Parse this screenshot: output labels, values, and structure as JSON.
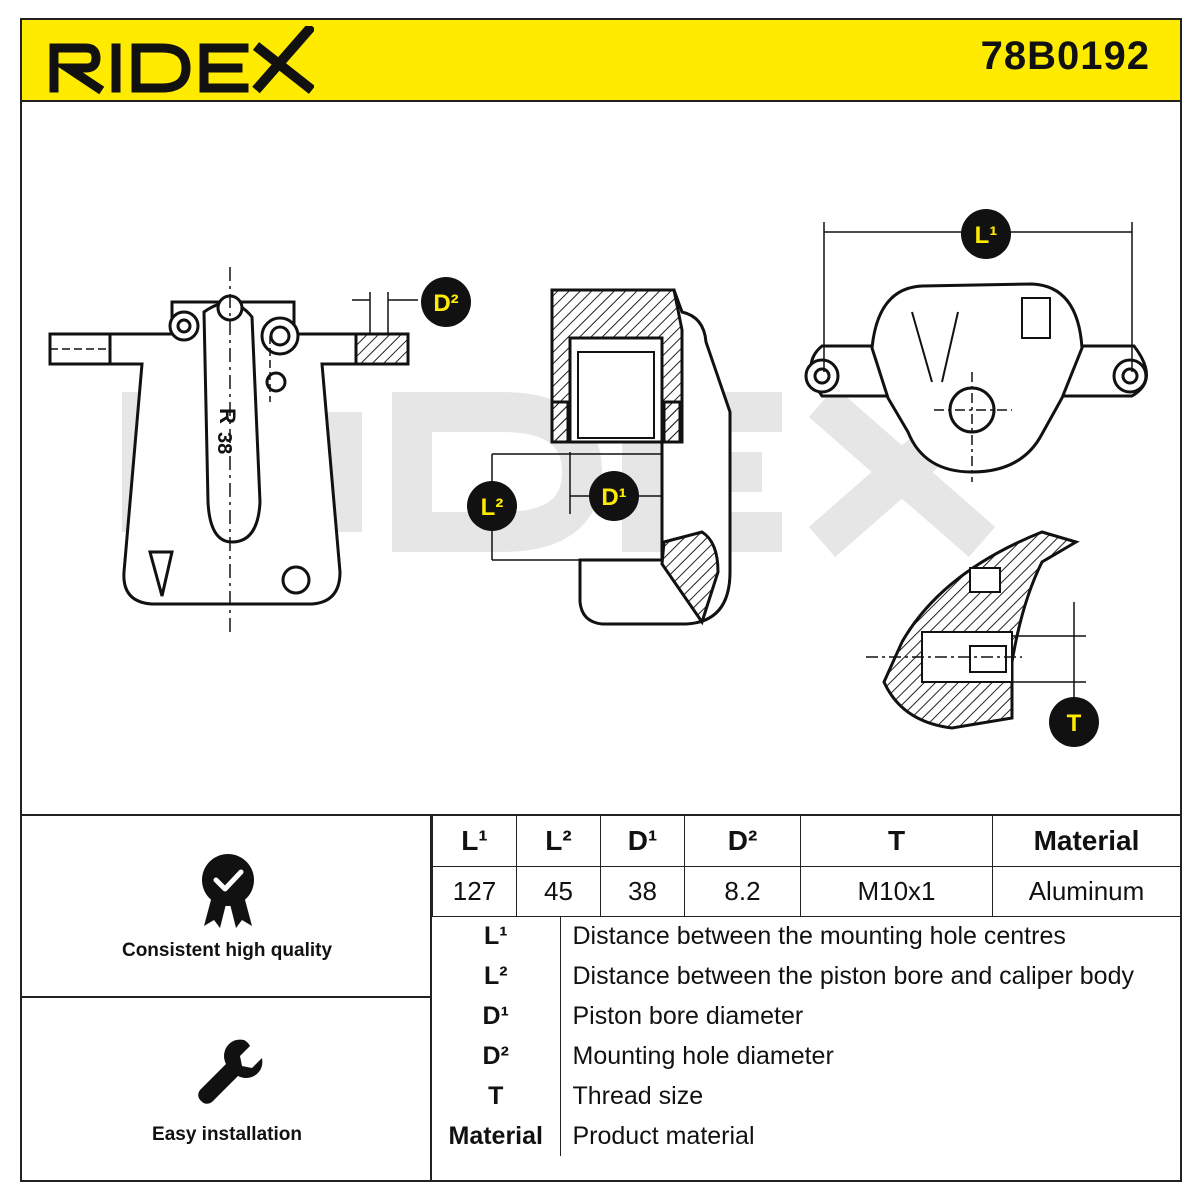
{
  "header": {
    "brand": "RIDEX",
    "part_number": "78B0192"
  },
  "drawing": {
    "watermark": "RIDEX",
    "callouts": {
      "l1": "L¹",
      "l2": "L²",
      "d1": "D¹",
      "d2": "D²",
      "t": "T"
    },
    "caliper_markings": [
      "R",
      "38"
    ]
  },
  "features": [
    {
      "label": "Consistent high quality",
      "icon": "quality-badge-icon"
    },
    {
      "label": "Easy installation",
      "icon": "wrench-icon"
    }
  ],
  "specs": {
    "headers": [
      "L¹",
      "L²",
      "D¹",
      "D²",
      "T",
      "Material"
    ],
    "values": [
      "127",
      "45",
      "38",
      "8.2",
      "M10x1",
      "Aluminum"
    ]
  },
  "legend": [
    {
      "key": "L¹",
      "desc": "Distance between the mounting hole centres"
    },
    {
      "key": "L²",
      "desc": "Distance between the piston bore and caliper body"
    },
    {
      "key": "D¹",
      "desc": "Piston bore diameter"
    },
    {
      "key": "D²",
      "desc": "Mounting hole diameter"
    },
    {
      "key": "T",
      "desc": "Thread size"
    },
    {
      "key": "Material",
      "desc": "Product material"
    }
  ],
  "colors": {
    "accent": "#ffeb00",
    "ink": "#111111"
  }
}
